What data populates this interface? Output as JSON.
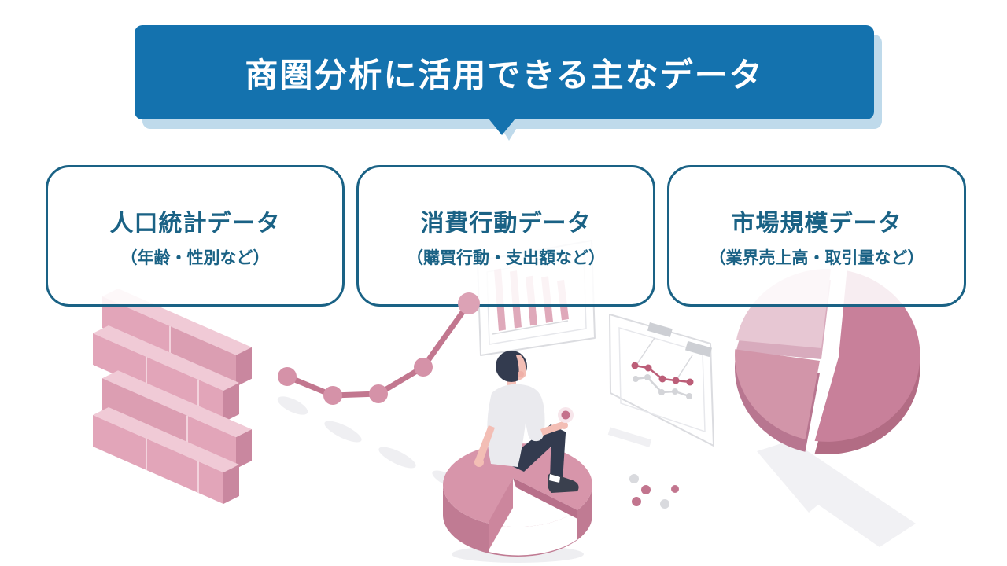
{
  "header": {
    "title": "商圏分析に活用できる主なデータ"
  },
  "cards": [
    {
      "id": "demographics",
      "title": "人口統計データ",
      "subtitle": "（年齢・性別など）"
    },
    {
      "id": "consumer-behavior",
      "title": "消費行動データ",
      "subtitle": "（購買行動・支出額など）"
    },
    {
      "id": "market-size",
      "title": "市場規模データ",
      "subtitle": "（業界売上高・取引量など）"
    }
  ],
  "illustrations": {
    "brick_wall": "isometric pink brick wall",
    "line_chart": "rising pink line chart with round markers",
    "person_on_pie": "person sitting on a 3D pie-chart segment",
    "bar_panel": "tilted panel with pink bar chart",
    "line_panel": "tilted panel with pink and gray line charts and callout labels",
    "pie_chart": "3D pie chart with three slices",
    "scatter_dots": "scattered pink and gray dots"
  },
  "colors": {
    "header_bg": "#1472AE",
    "header_shadow": "#BFDAEB",
    "ink": "#1A6285",
    "pink_front": "#E2A5B9",
    "pink_top": "#F0CAD6",
    "pink_side": "#C9879F",
    "line_pink": "#C2778F",
    "dot_pink": "#D592A8",
    "gray_light": "#D9DADE",
    "background": "#FFFFFF"
  }
}
